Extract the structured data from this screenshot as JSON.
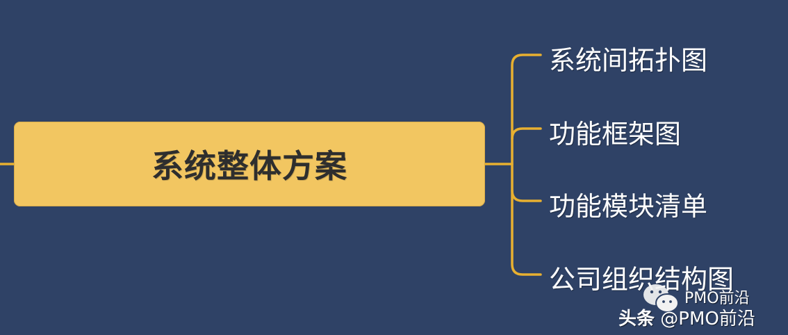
{
  "mindmap": {
    "root": {
      "label": "系统整体方案"
    },
    "children": [
      {
        "label": "系统间拓扑图"
      },
      {
        "label": "功能框架图"
      },
      {
        "label": "功能模块清单"
      },
      {
        "label": "公司组织结构图"
      }
    ]
  },
  "watermark": {
    "brand": "PMO前沿",
    "handle_prefix": "头条",
    "handle": "@PMO前沿",
    "icon": "wechat-icon"
  },
  "colors": {
    "background": "#2f4266",
    "root_fill": "#f2c661",
    "connector": "#e8b030",
    "root_text": "#2e2e2e",
    "child_text": "#ffffff"
  }
}
